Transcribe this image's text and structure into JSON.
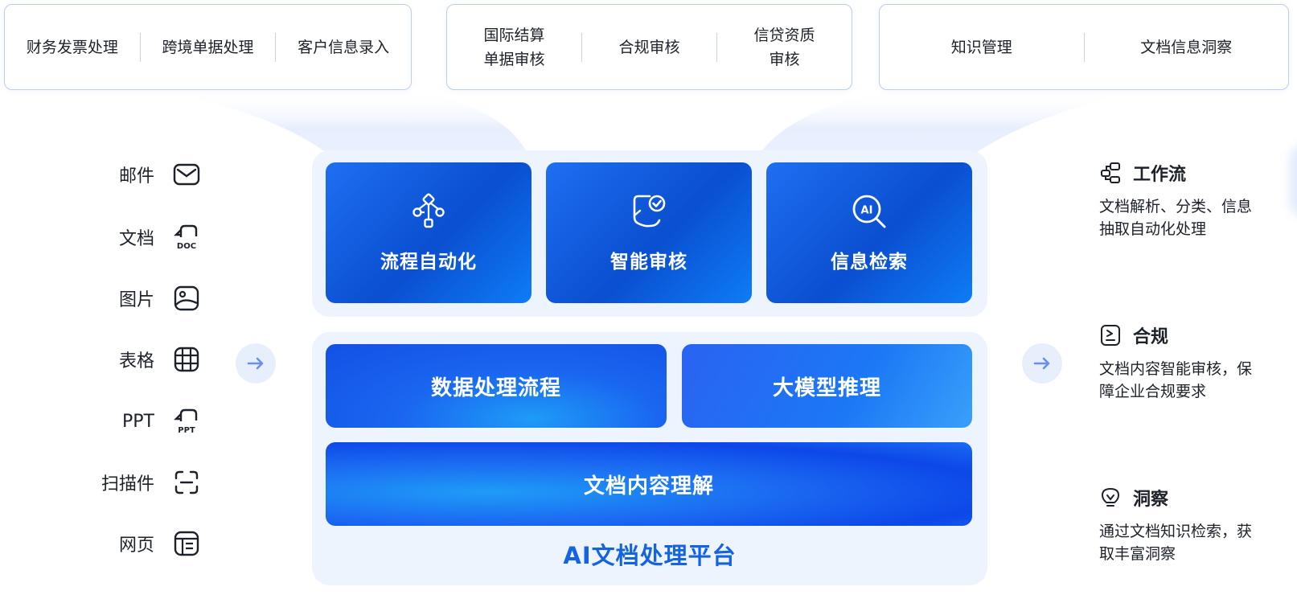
{
  "top_use_cases": [
    {
      "items": [
        "财务发票处理",
        "跨境单据处理",
        "客户信息录入"
      ]
    },
    {
      "items": [
        "国际结算\n单据审核",
        "合规审核",
        "信贷资质\n审核"
      ]
    },
    {
      "items": [
        "知识管理",
        "文档信息洞察"
      ]
    }
  ],
  "sources": [
    {
      "label": "邮件",
      "icon": "mail-icon"
    },
    {
      "label": "文档",
      "icon": "doc-file-icon",
      "icon_text": "DOC"
    },
    {
      "label": "图片",
      "icon": "image-icon"
    },
    {
      "label": "表格",
      "icon": "table-icon"
    },
    {
      "label": "PPT",
      "icon": "ppt-file-icon",
      "icon_text": "PPT"
    },
    {
      "label": "扫描件",
      "icon": "scan-icon"
    },
    {
      "label": "网页",
      "icon": "webpage-icon"
    }
  ],
  "capabilities": [
    {
      "label": "流程自动化",
      "icon": "workflow-nodes-icon"
    },
    {
      "label": "智能审核",
      "icon": "shield-check-icon"
    },
    {
      "label": "信息检索",
      "icon": "ai-search-icon",
      "icon_text": "AI"
    }
  ],
  "layers": {
    "data_processing": "数据处理流程",
    "llm_inference": "大模型推理",
    "doc_understanding": "文档内容理解"
  },
  "platform_name": "AI文档处理平台",
  "benefits": [
    {
      "title": "工作流",
      "desc": "文档解析、分类、信息\n抽取自动化处理",
      "icon": "workflow-icon"
    },
    {
      "title": "合规",
      "desc": "文档内容智能审核，保\n障企业合规要求",
      "icon": "compliance-icon"
    },
    {
      "title": "洞察",
      "desc": "通过文档知识检索，获\n取丰富洞察",
      "icon": "lightbulb-icon"
    }
  ],
  "colors": {
    "accent": "#1463e0",
    "card_dark": "#0a4fd0",
    "card_light": "#1f6ff2",
    "panel_bg": "#eef4fe",
    "box_border": "#b9cdf7"
  }
}
